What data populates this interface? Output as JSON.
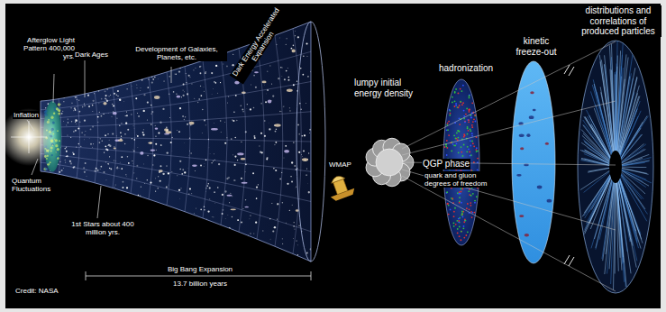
{
  "diagram": {
    "labels": [
      "Afterglow Light Pattern 400,000 yrs.",
      "Dark Ages",
      "Development of Galaxies, Planets, etc.",
      "Dark Energy Accelerated Expansion",
      "Inflation",
      "Quantum Fluctuations",
      "1st Stars about 400 million yrs.",
      "Big Bang Expansion",
      "13.7 billion years",
      "WMAP",
      "Credit: NASA",
      "lumpy initial energy density",
      "hadronization",
      "kinetic freeze-out",
      "distributions and correlations of produced particles",
      "QGP phase",
      "quark and gluon degrees of freedom"
    ]
  }
}
